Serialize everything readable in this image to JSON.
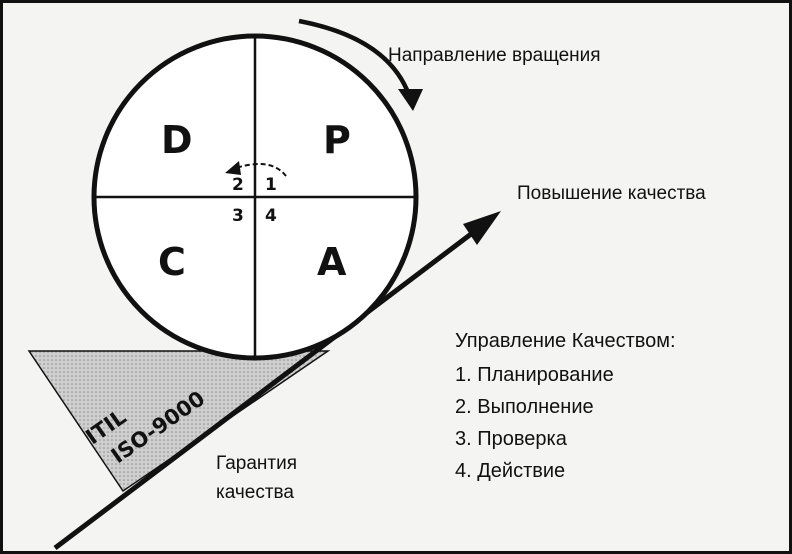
{
  "quadrants": {
    "d": "D",
    "p": "P",
    "c": "C",
    "a": "A"
  },
  "steps": [
    "1",
    "2",
    "3",
    "4"
  ],
  "rotation_label": "Направление вращения",
  "improvement_label": "Повышение качества",
  "assurance_label": [
    "Гарантия",
    "качества"
  ],
  "wedge_labels": [
    "ITIL",
    "ISO-9000"
  ],
  "quality_management": {
    "title": "Управление Качеством:",
    "items": [
      "1.  Планирование",
      "2.  Выполнение",
      "3.  Проверка",
      "4.  Действие"
    ]
  },
  "colors": {
    "ink": "#111111",
    "wedge_fill": "#c9c9c9",
    "background": "#f4f4f2"
  }
}
